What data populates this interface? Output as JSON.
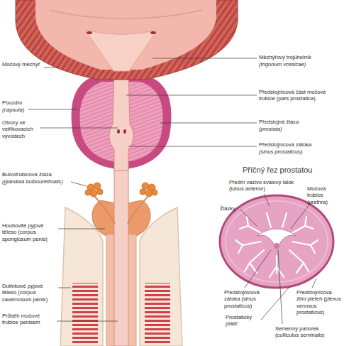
{
  "diagram": {
    "labels": [
      "Močový měchýř",
      "Pouzdro",
      "(capsula)",
      "Otvory ve vstřikovacích vývodech",
      "Bulvotrubicová žláza",
      "(glandula bulbourethralis)",
      "Houbovité pyjové těleso (corpus spongiosum penis)",
      "Dutinkové pyjové těleso (corpus cavernosum penis)",
      "Průběh močové trubice penisem",
      "Měchýřový trojúhelník",
      "(trigonum vcesicae)",
      "Předstojnicová část močové trubice (pars prostatica)",
      "Předstojná žláza",
      "(prostata)",
      "Předstojnicová zátoka",
      "(sinus prostaticus)",
      "Příčný řez prostatou",
      "Přední vazivo svalový lalok (lobus anterior)",
      "Žlázky",
      "Močová trubice (urethra)",
      "Předstojnicová zátoka (sinus prostaticus)",
      "Předstojnicová žilní pleteň (plexus venosus prostaticus)",
      "Prostatický plášť",
      "Semenný pahorek (colliculus seminalis)"
    ]
  }
}
